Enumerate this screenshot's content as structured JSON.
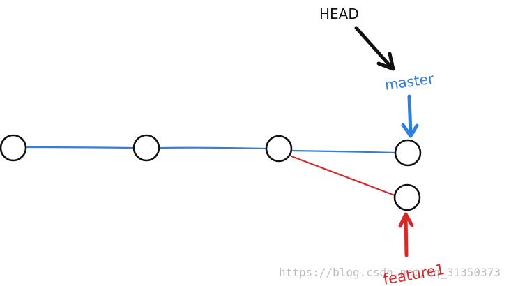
{
  "labels": {
    "head": "HEAD",
    "master": "master",
    "feature": "feature1"
  },
  "watermark": "https://blog.csdn.net/qq_31350373",
  "colors": {
    "background": "#ffffff",
    "commit_stroke": "#111111",
    "head_arrow": "#111111",
    "master": "#2f7fe0",
    "feature": "#d62a2a",
    "watermark": "#bdbdbd"
  },
  "graph": {
    "commits": [
      "c1",
      "c2",
      "c3",
      "master-tip",
      "feature1-tip"
    ],
    "branches": [
      {
        "name": "master",
        "commits": [
          "c1",
          "c2",
          "c3",
          "master-tip"
        ]
      },
      {
        "name": "feature1",
        "commits": [
          "c3",
          "feature1-tip"
        ]
      }
    ],
    "head_points_to": "master"
  }
}
